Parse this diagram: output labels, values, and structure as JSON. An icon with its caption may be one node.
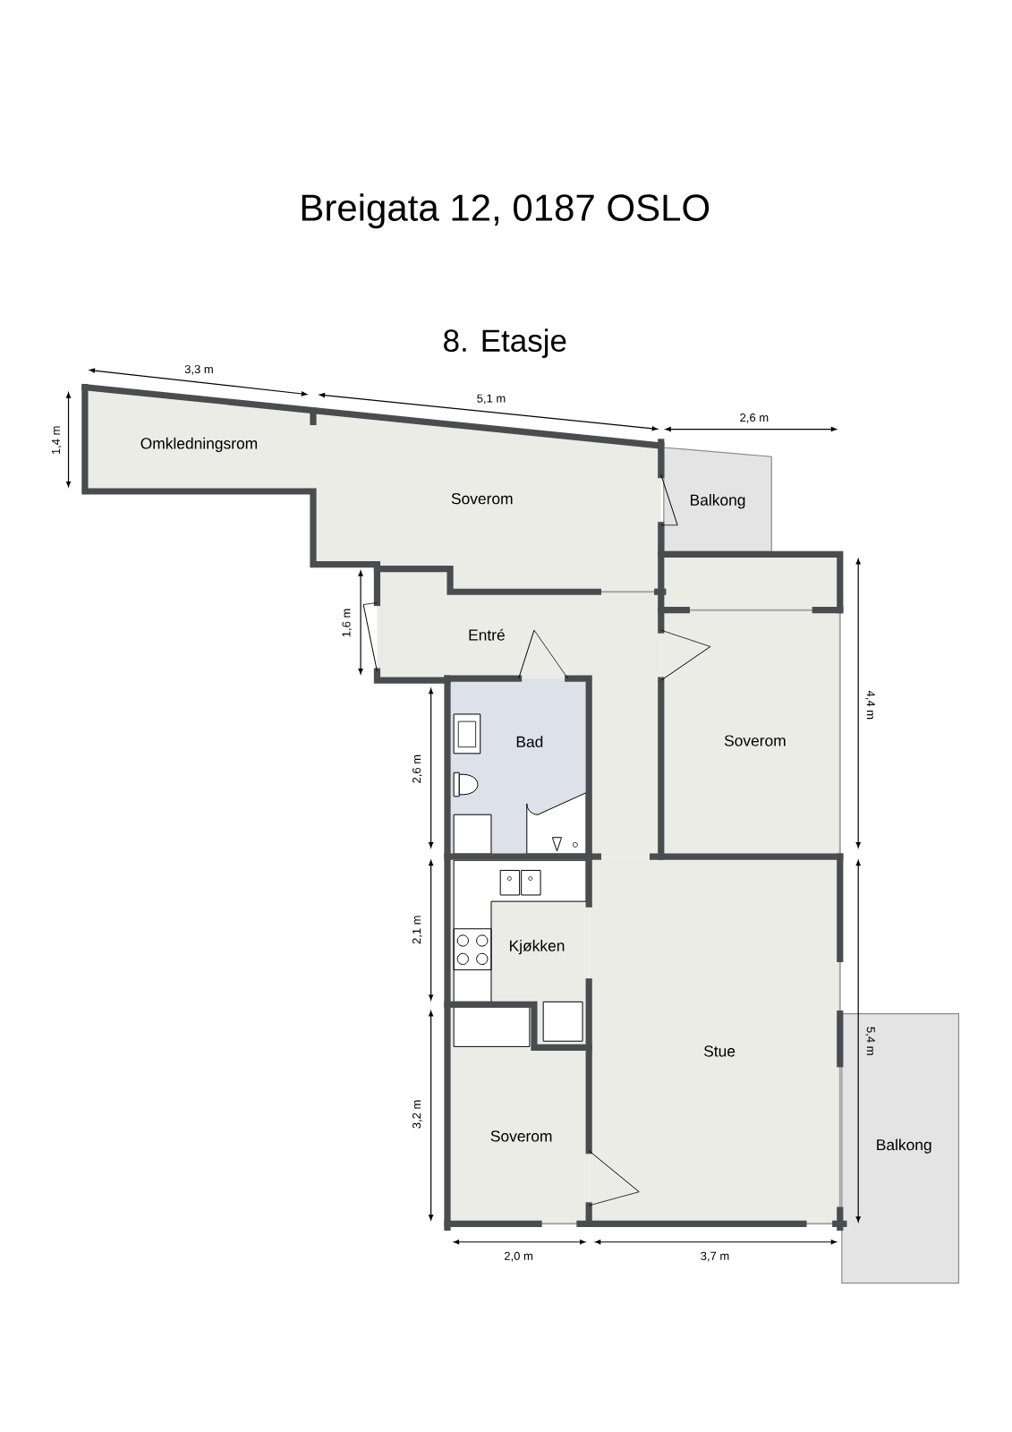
{
  "diagram": {
    "title": "Breigata 12, 0187 OSLO",
    "nodes": [
      {
        "text": [
          "Omkledningsrom"
        ]
      },
      {
        "text": [
          "Soverom"
        ]
      },
      {
        "text": [
          "Balkong"
        ]
      },
      {
        "text": [
          "Entré"
        ]
      },
      {
        "text": [
          "Bad"
        ]
      },
      {
        "text": [
          "Soverom"
        ]
      },
      {
        "text": [
          "Kjøkken"
        ]
      },
      {
        "text": [
          "Stue"
        ]
      },
      {
        "text": [
          "Soverom"
        ]
      },
      {
        "text": [
          "Balkong"
        ]
      },
      {
        "text": [],
        "shape": "box"
      }
    ],
    "labels": [
      "8. Etasje",
      "3,3 m",
      "5,1 m",
      "2,6 m",
      "1,4 m",
      "1,6 m",
      "4,4 m",
      "2,6 m",
      "2,1 m",
      "3,2 m",
      "5,4 m",
      "2,0 m",
      "3,7 m"
    ]
  }
}
